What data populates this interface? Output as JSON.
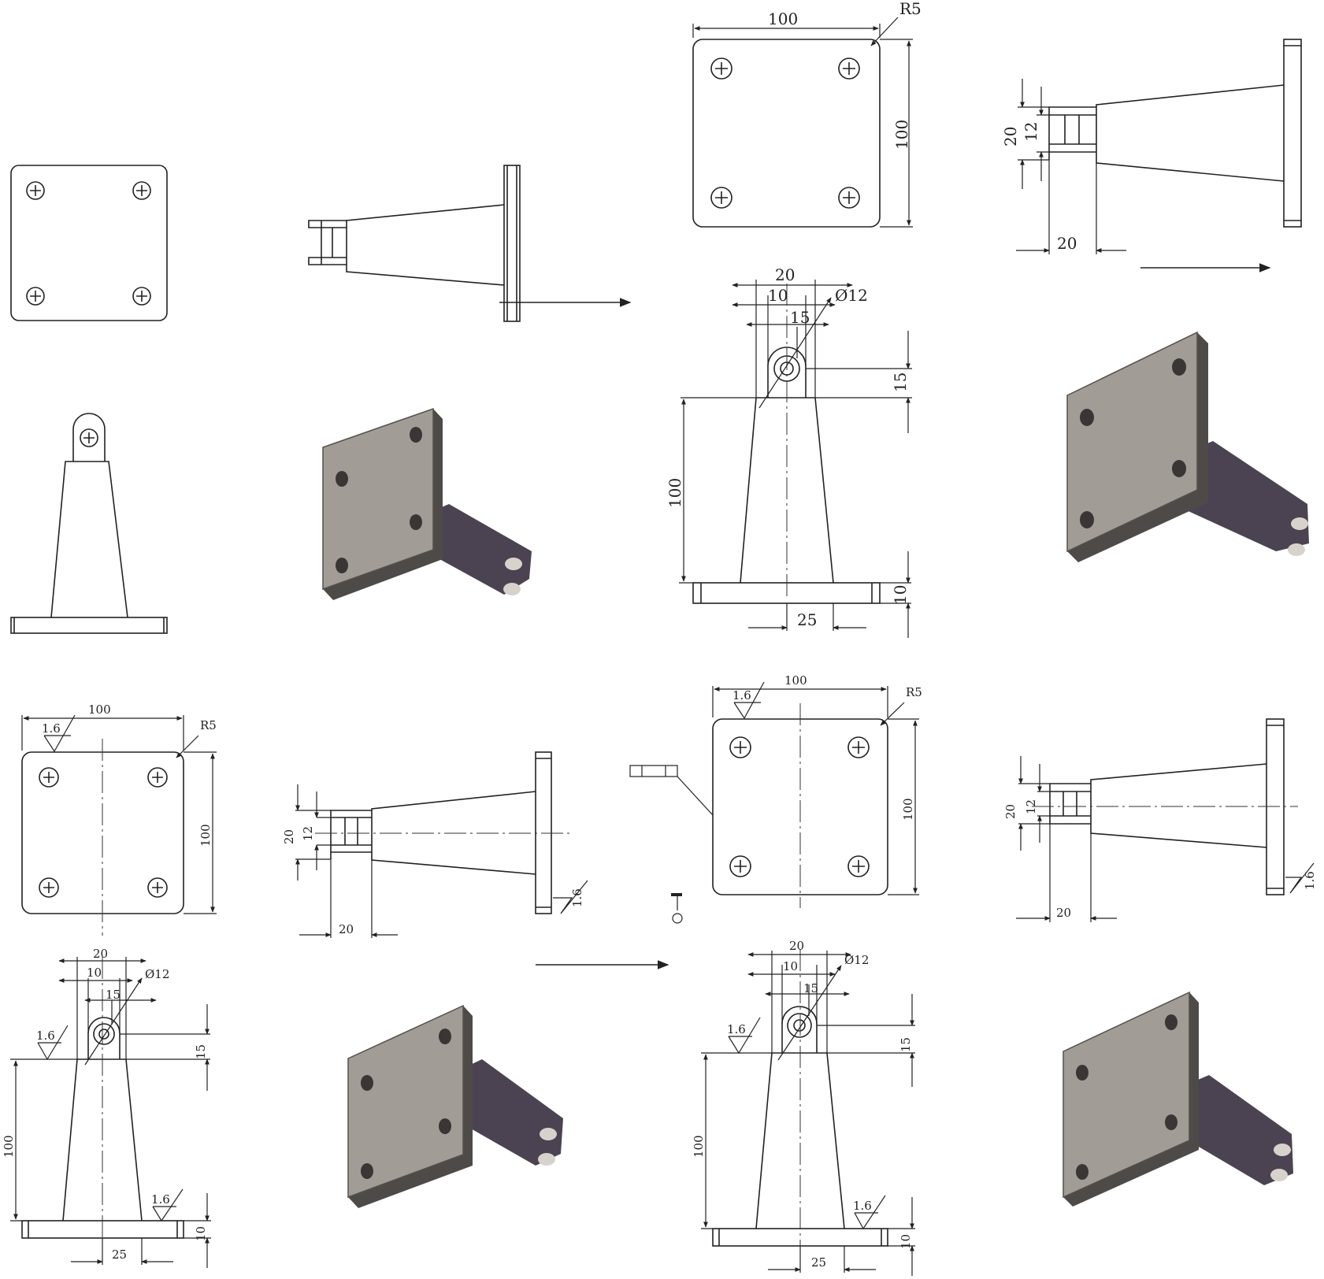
{
  "dimensions": {
    "width_100": "100",
    "height_100": "100",
    "radius": "R5",
    "lug_width_20": "20",
    "lug_gap_12": "12",
    "lug_len_20": "20",
    "top_20": "20",
    "top_10": "10",
    "hole_15": "15",
    "hole_dia": "Ø12",
    "lug_h_15": "15",
    "body_100": "100",
    "base_10": "10",
    "base_25": "25"
  },
  "surface_finish": {
    "roughness": "1.6"
  },
  "colors": {
    "plate_face": "#a29c96",
    "plate_edge": "#4e4a47",
    "arm": "#4b4352",
    "line": "#222222"
  }
}
